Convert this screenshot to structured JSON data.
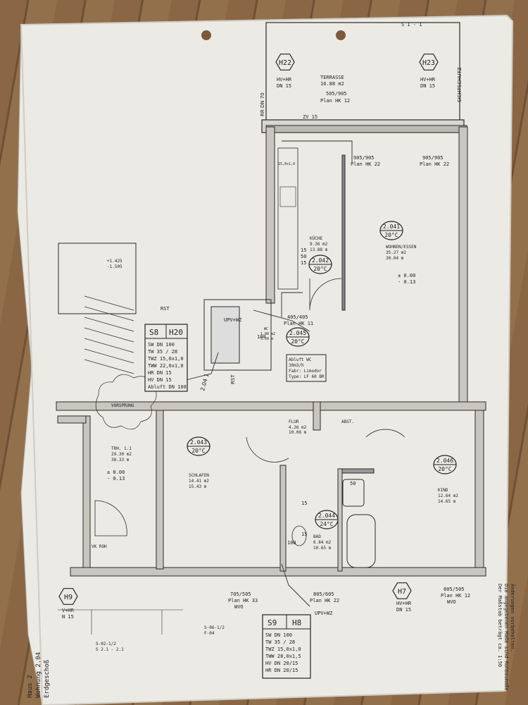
{
  "rooms": {
    "terrasse": {
      "name": "TERRASSE",
      "area": "16.88 m2"
    },
    "kueche": {
      "name": "KÜCHE",
      "area1": "9.36 m2",
      "area2": "13.88 m"
    },
    "wohnen": {
      "name": "WOHNEN/ESSEN",
      "area1": "35.27 m2",
      "area2": "30.04 m"
    },
    "wc": {
      "name": "WC",
      "area1": "1.80 m2",
      "area2": "5.50 m"
    },
    "flur": {
      "name": "FLUR",
      "area1": "4.26 m2",
      "area2": "10.06 m"
    },
    "abst": {
      "name": "ABST."
    },
    "trh": {
      "name": "TRH. 1.1",
      "area1": "29.30 m2",
      "area2": "38.33 m"
    },
    "schlafen": {
      "name": "SCHLAFEN",
      "area1": "14.41 m2",
      "area2": "15.43 m"
    },
    "bad": {
      "name": "BAD",
      "area1": "6.84 m2",
      "area2": "10.65 m"
    },
    "kind": {
      "name": "KIND",
      "area1": "12.64 m2",
      "area2": "14.65 m"
    }
  },
  "room_tags": [
    {
      "id": "2.041",
      "temp": "20°C"
    },
    {
      "id": "2.042",
      "temp": "20°C"
    },
    {
      "id": "2.045",
      "temp": "20°C"
    },
    {
      "id": "2.043",
      "temp": "20°C"
    },
    {
      "id": "2.046",
      "temp": "20°C"
    },
    {
      "id": "2.044",
      "temp": "24°C"
    }
  ],
  "hex_tags": [
    "H22",
    "H23",
    "H9",
    "H7"
  ],
  "stack_labels": {
    "h22": [
      "HV+HR",
      "DN 15"
    ],
    "h23": [
      "HV+HR",
      "DN 15"
    ],
    "h9": [
      "V+HR",
      "N 15"
    ],
    "h7": [
      "HV+HR",
      "DN 15"
    ]
  },
  "radiators": [
    {
      "size": "505/905",
      "plan": "Plan HK 12"
    },
    {
      "size": "905/905",
      "plan": "Plan HK 22"
    },
    {
      "size": "905/905",
      "plan": "Plan HK 22"
    },
    {
      "size": "405/405",
      "plan": "Plan HK 11"
    },
    {
      "size": "705/505",
      "plan": "Plan HK 33",
      "extra": "WVO"
    },
    {
      "size": "805/605",
      "plan": "Plan HK 22"
    },
    {
      "size": "805/505",
      "plan": "Plan HK 12",
      "extra": "WVO"
    }
  ],
  "shaft_s8": {
    "tag1": "S8",
    "tag2": "H20",
    "lines": [
      "SW DN 100",
      "TW 35 / 28",
      "TWZ 15,0x1,0",
      "TWW 22,0x1,0",
      "HR DN 15",
      "HV DN 15",
      "Abluft DN 100"
    ]
  },
  "shaft_s9": {
    "tag1": "S9",
    "tag2": "H8",
    "lines": [
      "SW DN 100",
      "TW 35 / 28",
      "TWZ 15,0x1,0",
      "TWW 28,0x1,5",
      "HV DN 20/15",
      "HR DN 20/15"
    ]
  },
  "abluft": [
    "Abluft WC",
    "30m3/h",
    "Fabr: Limodor",
    "Type: LF 60 BR"
  ],
  "misc": {
    "upv_wz_1": "UPV+WZ",
    "upv_wz_2": "UPV+WZ",
    "zv": "ZV 15",
    "rr": "RR DN 70",
    "rst1": "RST",
    "rst2": "RST",
    "vorsprung": "VORSPRUNG",
    "vk_rohr": "VK ROH",
    "lvl_top": "+1.425",
    "lvl_top2": "-1.505",
    "lvl_wohnen_a": "± 0.00",
    "lvl_wohnen_b": "- 0.13",
    "lvl_trh_a": "± 0.00",
    "lvl_trh_b": "- 0.13",
    "s1": "S 1 - 1",
    "sichtschutz": "SICHTSCHUTZ",
    "dim_15x10": "15,0x1,0",
    "s06": "S-06-1/2",
    "f04": "F-04",
    "s02": "S-02-1/2",
    "s21": "S 2.1 - 2.1",
    "k15_a": "15",
    "k50": "50",
    "k15_b": "15",
    "k100": "100",
    "bad_50": "50",
    "bad_15a": "15",
    "bad_15b": "15",
    "bad_100": "100",
    "sw_2041": "2.04 1",
    "sw_1001": "100"
  },
  "title_block": [
    "Haus 2",
    "Wohnung 2.04",
    "Erdgeschoß"
  ],
  "scale_note": [
    "Der Maßstab beträgt ca. 1:50",
    "Die angegebenen Maße sind Rohbaumaße.",
    "Änderungen vorbehalten."
  ]
}
